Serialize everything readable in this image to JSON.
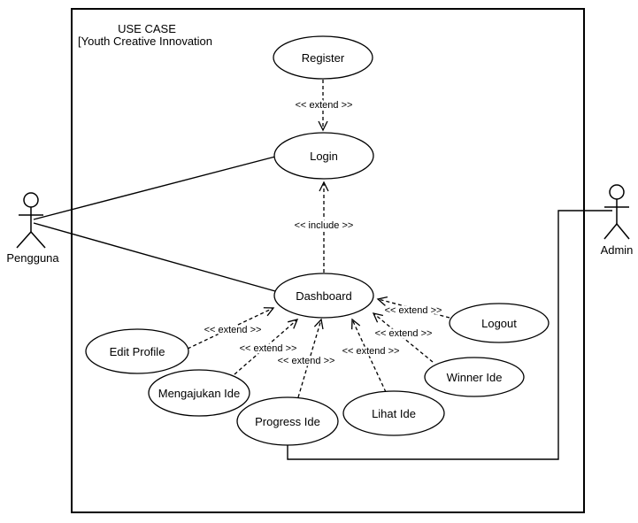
{
  "diagram": {
    "title": {
      "line1": "USE CASE",
      "line2": "[Youth Creative Innovation"
    },
    "actors": [
      {
        "name": "Pengguna"
      },
      {
        "name": "Admin"
      }
    ],
    "use_cases": [
      {
        "label": "Register"
      },
      {
        "label": "Login"
      },
      {
        "label": "Dashboard"
      },
      {
        "label": "Edit Profile"
      },
      {
        "label": "Mengajukan Ide"
      },
      {
        "label": "Progress Ide"
      },
      {
        "label": "Lihat Ide"
      },
      {
        "label": "Winner Ide"
      },
      {
        "label": "Logout"
      }
    ],
    "relations": [
      {
        "from": "Register",
        "to": "Login",
        "type": "extend",
        "label": "<< extend >>"
      },
      {
        "from": "Dashboard",
        "to": "Login",
        "type": "include",
        "label": "<< include >>"
      },
      {
        "from": "Edit Profile",
        "to": "Dashboard",
        "type": "extend",
        "label": "<< extend >>"
      },
      {
        "from": "Mengajukan Ide",
        "to": "Dashboard",
        "type": "extend",
        "label": "<< extend >>"
      },
      {
        "from": "Progress Ide",
        "to": "Dashboard",
        "type": "extend",
        "label": "<< extend >>"
      },
      {
        "from": "Lihat Ide",
        "to": "Dashboard",
        "type": "extend",
        "label": "<< extend >>"
      },
      {
        "from": "Winner Ide",
        "to": "Dashboard",
        "type": "extend",
        "label": "<< extend >>"
      },
      {
        "from": "Logout",
        "to": "Dashboard",
        "type": "extend",
        "label": "<< extend >>"
      },
      {
        "from": "Pengguna",
        "to": "Login",
        "type": "association"
      },
      {
        "from": "Pengguna",
        "to": "Dashboard",
        "type": "association"
      },
      {
        "from": "Admin",
        "to": "Progress Ide",
        "type": "association"
      }
    ],
    "colors": {
      "stroke": "#000000",
      "fill": "#ffffff"
    }
  }
}
